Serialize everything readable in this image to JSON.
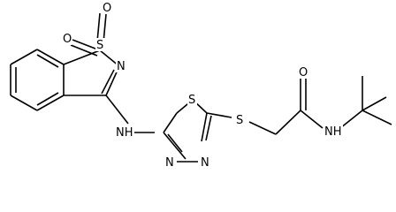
{
  "atoms": {
    "o_sulfonyl_top": "O",
    "s_sulfonyl": "S",
    "o_sulfonyl_left": "O",
    "n_isothiazole": "N",
    "n_amine": "NH",
    "s_thiadiazole": "S",
    "s_thioether": "S",
    "o_carbonyl": "O",
    "n_amide": "NH",
    "n_thiadiazole_left": "N",
    "n_thiadiazole_right": "N"
  }
}
